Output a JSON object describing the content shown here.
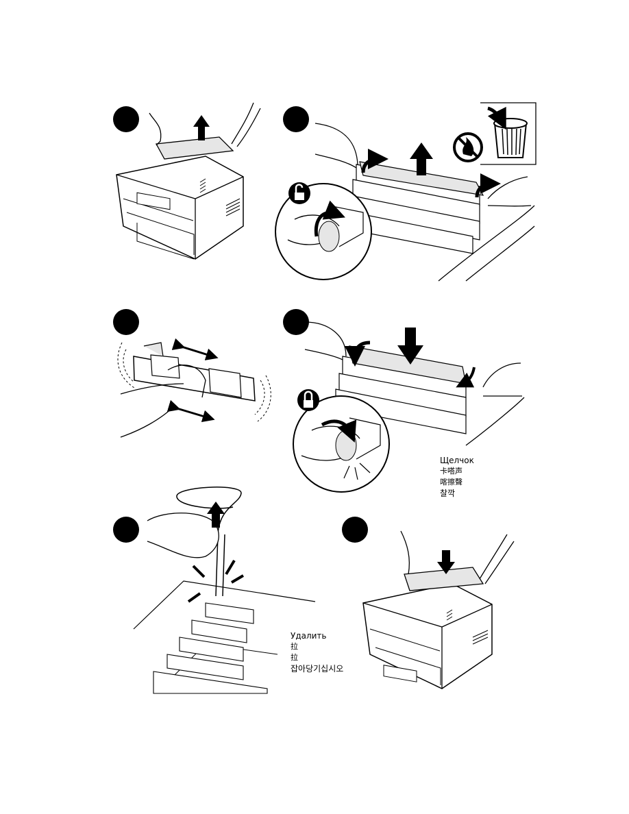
{
  "panels": {
    "click_labels": {
      "ru": "Щелчок",
      "zh_s": "卡嗒声",
      "zh_t": "喀擦聲",
      "ko": "찰깍"
    },
    "remove_labels": {
      "ru": "Удалить",
      "zh_s": "拉",
      "zh_t": "拉",
      "ko": "잡아당기십시오"
    }
  },
  "colors": {
    "ink": "#000000",
    "panel_fill": "#e6e6e6",
    "paper": "#ffffff"
  },
  "icons": [
    "up-arrow-icon",
    "down-arrow-icon",
    "unlock-icon",
    "lock-icon",
    "no-fire-icon",
    "trash-can-icon",
    "shake-arrows-icon"
  ]
}
